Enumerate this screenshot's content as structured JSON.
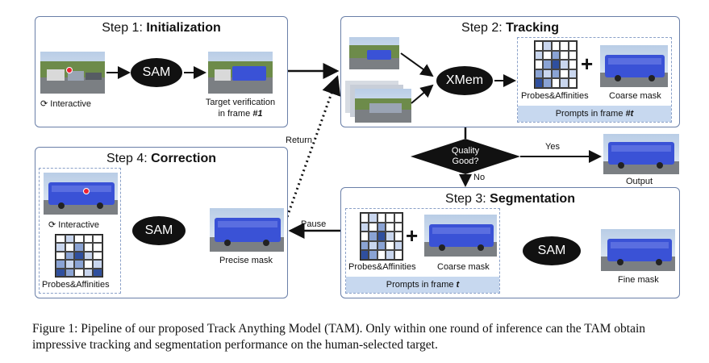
{
  "step1": {
    "prefix": "Step 1: ",
    "name": "Initialization",
    "interactive": "Interactive",
    "sam": "SAM",
    "verify_line1": "Target verification",
    "verify_line2": "in frame ",
    "verify_frame": "#1"
  },
  "step2": {
    "prefix": "Step 2: ",
    "name": "Tracking",
    "xmem": "XMem",
    "probes": "Probes&Affinities",
    "coarse": "Coarse mask",
    "prompts": "Prompts in frame ",
    "prompts_frame": "#t"
  },
  "decision": {
    "line1": "Quality",
    "line2": "Good?",
    "yes": "Yes",
    "no": "No",
    "output": "Output"
  },
  "step3": {
    "prefix": "Step 3: ",
    "name": "Segmentation",
    "probes": "Probes&Affinities",
    "coarse": "Coarse mask",
    "prompts": "Prompts in frame ",
    "prompts_frame": "t",
    "sam": "SAM",
    "fine": "Fine mask"
  },
  "step4": {
    "prefix": "Step 4: ",
    "name": "Correction",
    "interactive": "Interactive",
    "probes": "Probes&Affinities",
    "sam": "SAM",
    "precise": "Precise mask"
  },
  "links": {
    "return": "Return",
    "pause": "Pause"
  },
  "caption": "Figure 1: Pipeline of our proposed Track Anything Model (TAM). Only within one round of inference can the TAM obtain impressive tracking and segmentation performance on the human-selected target.",
  "colors": {
    "box_border": "#6a7fa8",
    "mask_blue": "#3a52d6",
    "grid_dark": "#2f4f9e",
    "grid_mid": "#8aa3d4",
    "grid_light": "#c9d6ee",
    "prompt_bar": "#c7d8ef"
  }
}
